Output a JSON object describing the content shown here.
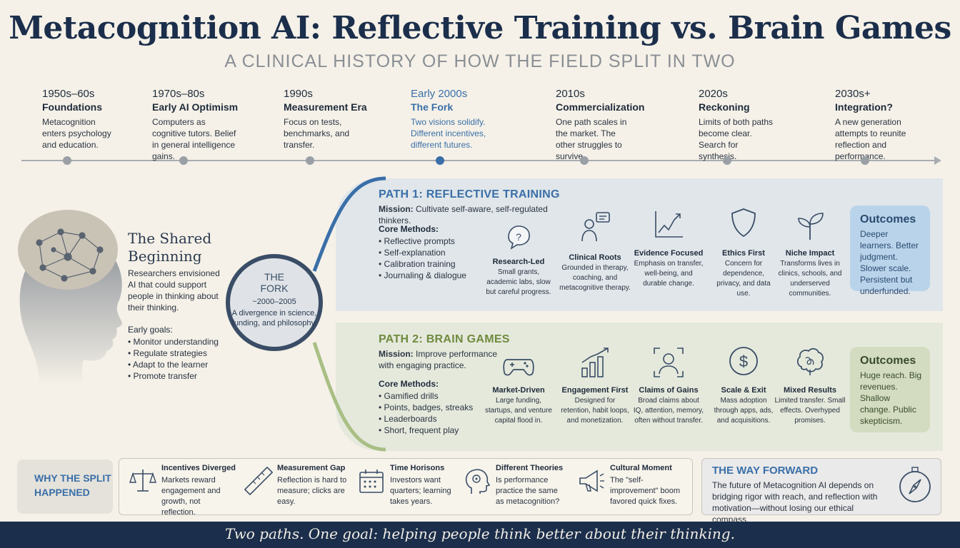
{
  "header": {
    "title": "Metacognition AI: Reflective Training vs. Brain Games",
    "subtitle": "A CLINICAL HISTORY OF HOW THE FIELD SPLIT IN TWO"
  },
  "timeline": [
    {
      "years": "1950s–60s",
      "name": "Foundations",
      "desc": "Metacognition enters psychology and education."
    },
    {
      "years": "1970s–80s",
      "name": "Early AI Optimism",
      "desc": "Computers as cognitive tutors. Belief in general intelligence gains."
    },
    {
      "years": "1990s",
      "name": "Measurement Era",
      "desc": "Focus on tests, benchmarks, and transfer."
    },
    {
      "years": "Early 2000s",
      "name": "The Fork",
      "desc": "Two visions solidify. Different incentives, different futures."
    },
    {
      "years": "2010s",
      "name": "Commercialization",
      "desc": "One path scales in the market. The other struggles to survive."
    },
    {
      "years": "2020s",
      "name": "Reckoning",
      "desc": "Limits of both paths become clear. Search for synthesis."
    },
    {
      "years": "2030s+",
      "name": "Integration?",
      "desc": "A new generation attempts to reunite reflection and performance."
    }
  ],
  "shared": {
    "title": "The Shared Beginning",
    "desc": "Researchers envisioned AI that could support people in thinking about their thinking.",
    "goals_title": "Early goals:",
    "goals": [
      "Monitor understanding",
      "Regulate strategies",
      "Adapt to the learner",
      "Promote transfer"
    ]
  },
  "fork": {
    "title1": "THE",
    "title2": "FORK",
    "years": "~2000–2005",
    "desc": "A divergence in science, funding, and philosophy."
  },
  "path1": {
    "title": "PATH 1: REFLECTIVE TRAINING",
    "mission_label": "Mission:",
    "mission": "Cultivate self-aware, self-regulated thinkers.",
    "core_label": "Core Methods:",
    "methods": [
      "Reflective prompts",
      "Self-explanation",
      "Calibration training",
      "Journaling & dialogue"
    ],
    "features": [
      {
        "icon": "question-bubble-icon",
        "name": "Research-Led",
        "desc": "Small grants, academic labs, slow but careful progress."
      },
      {
        "icon": "clinician-icon",
        "name": "Clinical Roots",
        "desc": "Grounded in therapy, coaching, and metacognitive therapy."
      },
      {
        "icon": "growth-chart-icon",
        "name": "Evidence Focused",
        "desc": "Emphasis on transfer, well-being, and durable change."
      },
      {
        "icon": "shield-icon",
        "name": "Ethics First",
        "desc": "Concern for dependence, privacy, and data use."
      },
      {
        "icon": "sprout-icon",
        "name": "Niche Impact",
        "desc": "Transforms lives in clinics, schools, and underserved communities."
      }
    ],
    "outcomes_title": "Outcomes",
    "outcomes": "Deeper learners. Better judgment. Slower scale. Persistent but underfunded."
  },
  "path2": {
    "title": "PATH 2: BRAIN GAMES",
    "mission_label": "Mission:",
    "mission": "Improve performance with engaging practice.",
    "core_label": "Core Methods:",
    "methods": [
      "Gamified drills",
      "Points, badges, streaks",
      "Leaderboards",
      "Short, frequent play"
    ],
    "features": [
      {
        "icon": "gamepad-icon",
        "name": "Market-Driven",
        "desc": "Large funding, startups, and venture capital flood in."
      },
      {
        "icon": "bar-chart-icon",
        "name": "Engagement First",
        "desc": "Designed for retention, habit loops, and monetization."
      },
      {
        "icon": "focus-user-icon",
        "name": "Claims of Gains",
        "desc": "Broad claims about IQ, attention, memory, often without transfer."
      },
      {
        "icon": "dollar-coin-icon",
        "name": "Scale & Exit",
        "desc": "Mass adoption through apps, ads, and acquisitions."
      },
      {
        "icon": "tangled-brain-icon",
        "name": "Mixed Results",
        "desc": "Limited transfer. Small effects. Overhyped promises."
      }
    ],
    "outcomes_title": "Outcomes",
    "outcomes": "Huge reach. Big revenues. Shallow change. Public skepticism."
  },
  "why": {
    "label": "WHY THE SPLIT HAPPENED",
    "reasons": [
      {
        "icon": "scales-icon",
        "title": "Incentives Diverged",
        "desc": "Markets reward engagement and growth, not reflection."
      },
      {
        "icon": "ruler-icon",
        "title": "Measurement Gap",
        "desc": "Reflection is hard to measure; clicks are easy."
      },
      {
        "icon": "calendar-icon",
        "title": "Time Horisons",
        "desc": "Investors want quarters; learning takes years."
      },
      {
        "icon": "head-gears-icon",
        "title": "Different Theories",
        "desc": "Is performance practice the same as metacognition?"
      },
      {
        "icon": "megaphone-icon",
        "title": "Cultural Moment",
        "desc": "The \"self-improvement\" boom favored quick fixes."
      }
    ]
  },
  "forward": {
    "title": "THE WAY FORWARD",
    "desc": "The future of Metacognition AI depends on bridging rigor with reach, and reflection with motivation—without losing our ethical compass."
  },
  "footer": "Two paths. One goal: helping people think better about their thinking.",
  "colors": {
    "navy": "#1b2e4b",
    "blue": "#3a6fa8",
    "green": "#6f8a3e",
    "cream": "#f5f1e8"
  }
}
